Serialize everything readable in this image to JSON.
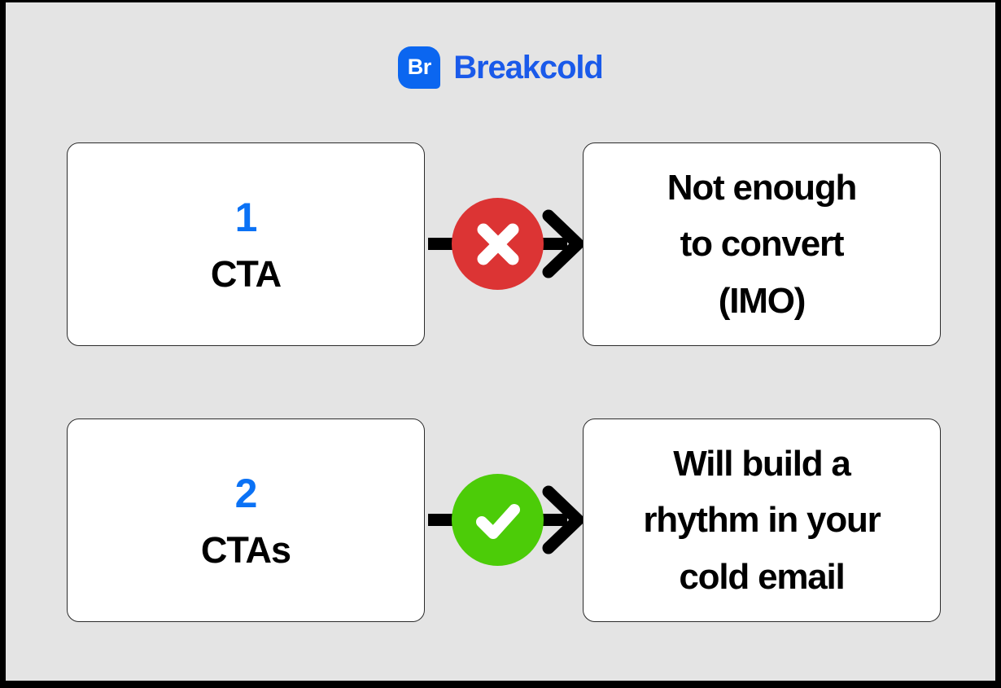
{
  "theme": {
    "frame_color": "#000000",
    "background": "#E4E4E4",
    "card_background": "#FFFFFF",
    "card_border": "#2B2B2B",
    "accent_blue": "#0B72F5",
    "brand_blue": "#1A5AEA",
    "logo_blue": "#0B66F0",
    "bad_red": "#DC3434",
    "good_green": "#4CCC08",
    "arrow_black": "#000000",
    "text_black": "#000000"
  },
  "brand": {
    "mark_text": "Br",
    "mark_icon": "breakcold-logo-icon",
    "wordmark": "Breakcold"
  },
  "rows": [
    {
      "id": "row-1",
      "left_card": {
        "number": "1",
        "label": "CTA"
      },
      "connector": {
        "badge_icon": "cross-icon",
        "badge_type": "bad",
        "arrow_icon": "arrow-right-icon"
      },
      "right_card": {
        "lines": [
          "Not enough",
          "to convert",
          "(IMO)"
        ]
      }
    },
    {
      "id": "row-2",
      "left_card": {
        "number": "2",
        "label": "CTAs"
      },
      "connector": {
        "badge_icon": "check-icon",
        "badge_type": "good",
        "arrow_icon": "arrow-right-icon"
      },
      "right_card": {
        "lines": [
          "Will build a",
          "rhythm in your",
          "cold email"
        ]
      }
    }
  ]
}
